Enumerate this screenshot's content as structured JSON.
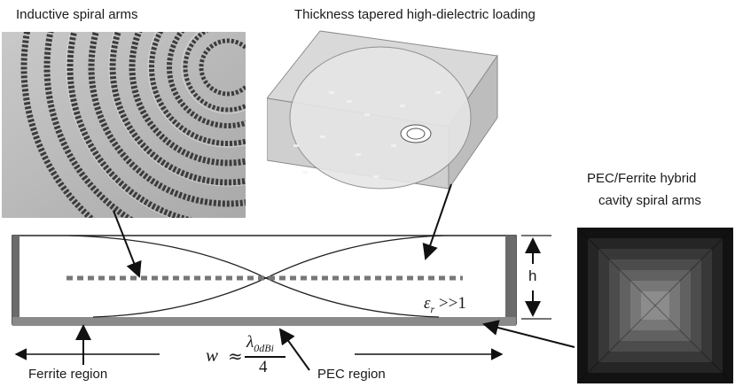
{
  "labels": {
    "inductive_spiral_arms": "Inductive spiral arms",
    "tapered_loading": "Thickness tapered high-dielectric loading",
    "hybrid_line1": "PEC/Ferrite hybrid",
    "hybrid_line2": "cavity spiral arms",
    "height": "h",
    "epsilon_symbol": "ε",
    "epsilon_sub": "r",
    "epsilon_rel": ">>1",
    "width_w": "w",
    "approx": "≈",
    "lambda": "λ",
    "lambda_sub": "0dBi",
    "denominator": "4",
    "ferrite_region": "Ferrite region",
    "pec_region": "PEC region"
  },
  "colors": {
    "ferrite": "#6b6b6b",
    "pec": "#8a8a8a",
    "outline": "#222222",
    "dashes": "#777777"
  }
}
